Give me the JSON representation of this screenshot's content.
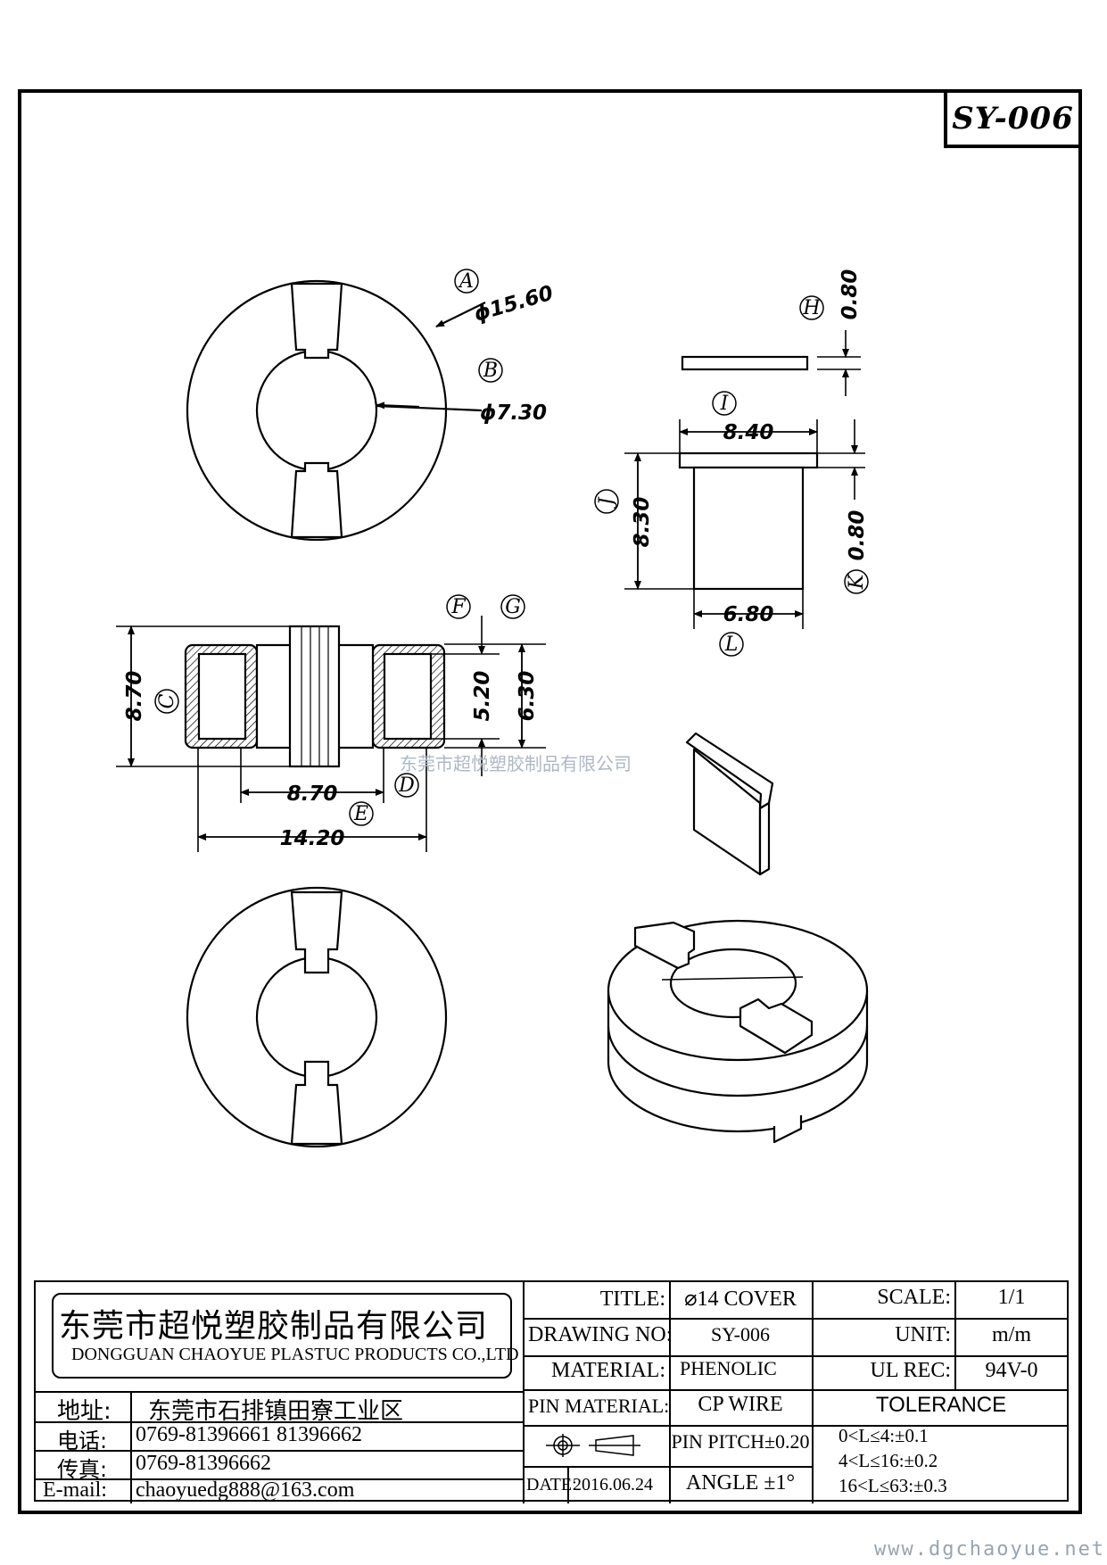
{
  "drawing": {
    "part_number": "SY-006",
    "callouts": [
      "A",
      "B",
      "C",
      "D",
      "E",
      "F",
      "G",
      "H",
      "I",
      "J",
      "K",
      "L"
    ],
    "dimensions": {
      "A": "ϕ15.60",
      "B": "ϕ7.30",
      "C": "8.70",
      "D": "8.70",
      "E": "14.20",
      "F_G_inner": "5.20",
      "F_G_outer": "6.30",
      "H": "0.80",
      "I": "8.40",
      "J": "8.30",
      "K": "0.80",
      "L": "6.80"
    },
    "watermark": "东莞市超悦塑胶制品有限公司",
    "footer_url": "www.dgchaoyue.net"
  },
  "title_block": {
    "company_cn": "东莞市超悦塑胶制品有限公司",
    "company_en": "DONGGUAN CHAOYUE PLASTUC PRODUCTS CO.,LTD",
    "address_label": "地址:",
    "address": "东莞市石排镇田寮工业区",
    "phone_label": "电话:",
    "phone": "0769-81396661   81396662",
    "fax_label": "传真:",
    "fax": "0769-81396662",
    "email_label": "E-mail:",
    "email": "chaoyuedg888@163.com",
    "title_label": "TITLE:",
    "title": "⌀14 COVER",
    "drawing_no_label": "DRAWING NO:",
    "drawing_no": "SY-006",
    "material_label": "MATERIAL:",
    "material": "PHENOLIC",
    "pin_material_label": "PIN MATERIAL:",
    "pin_material": "CP WIRE",
    "pin_pitch": "PIN PITCH±0.20",
    "date_label": "DATE:",
    "date": "2016.06.24",
    "angle": "ANGLE  ±1°",
    "scale_label": "SCALE:",
    "scale": "1/1",
    "unit_label": "UNIT:",
    "unit": "m/m",
    "ul_label": "UL REC:",
    "ul": "94V-0",
    "tolerance_label": "TOLERANCE",
    "tolerances": [
      "0<L≤4:±0.1",
      "4<L≤16:±0.2",
      "16<L≤63:±0.3"
    ]
  }
}
